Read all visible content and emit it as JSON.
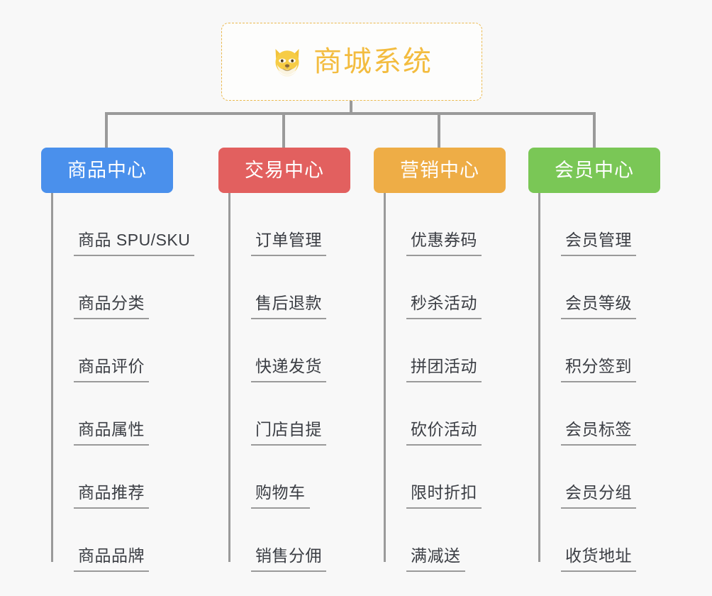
{
  "canvas": {
    "background": "#f8f8f8",
    "connector_color": "#9a9a9a",
    "leaf_text_color": "#3b3e44"
  },
  "root": {
    "title": "商城系统",
    "icon": "dog-face-emoji",
    "text_color": "#f3bc3f",
    "border_color": "#eab94f",
    "background": "#fdfdfc"
  },
  "branches": [
    {
      "label": "商品中心",
      "color": "#4a90ec",
      "items": [
        "商品 SPU/SKU",
        "商品分类",
        "商品评价",
        "商品属性",
        "商品推荐",
        "商品品牌"
      ]
    },
    {
      "label": "交易中心",
      "color": "#e2605f",
      "items": [
        "订单管理",
        "售后退款",
        "快递发货",
        "门店自提",
        "购物车",
        "销售分佣"
      ]
    },
    {
      "label": "营销中心",
      "color": "#eead46",
      "items": [
        "优惠券码",
        "秒杀活动",
        "拼团活动",
        "砍价活动",
        "限时折扣",
        "满减送"
      ]
    },
    {
      "label": "会员中心",
      "color": "#7ac756",
      "items": [
        "会员管理",
        "会员等级",
        "积分签到",
        "会员标签",
        "会员分组",
        "收货地址"
      ]
    }
  ]
}
